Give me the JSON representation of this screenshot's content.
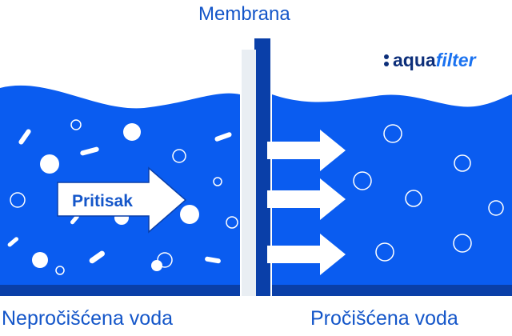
{
  "labels": {
    "membrane": "Membrana",
    "unfiltered": "Nepročišćena voda",
    "filtered": "Pročišćena voda",
    "pressure": "Pritisak"
  },
  "logo": {
    "part1": "aqua",
    "part2": "filter"
  },
  "colors": {
    "water": "#0a5cf0",
    "water_dark": "#0a3fa8",
    "membrane_face": "#e9eef3",
    "membrane_edge": "#0a3fa8",
    "text": "#1456c9",
    "logo_dark": "#0d2f7a",
    "logo_light": "#1a72f0"
  }
}
